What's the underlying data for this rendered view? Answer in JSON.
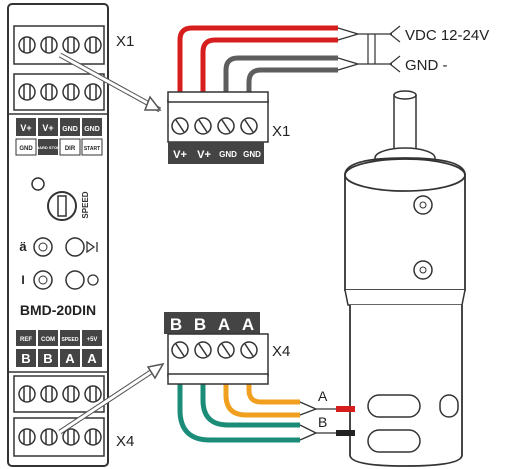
{
  "module": {
    "top_connector_label": "X1",
    "bottom_connector_label": "X4",
    "model": "BMD-20DIN",
    "speed_label": "SPEED",
    "top_row_labels": [
      "V+",
      "V+",
      "GND",
      "GND"
    ],
    "second_row_labels": [
      "GND",
      "HARD STOP",
      "DIR",
      "START"
    ],
    "bottom_row1_labels": [
      "REF",
      "COM",
      "SPEED",
      "+5V"
    ],
    "bottom_row2_labels": [
      "B",
      "B",
      "A",
      "A"
    ],
    "button1_label": "ä",
    "button2_label": "I"
  },
  "connector_x1": {
    "label": "X1",
    "terminals": [
      "V+",
      "V+",
      "GND",
      "GND"
    ]
  },
  "connector_x4": {
    "label": "X4",
    "terminals": [
      "B",
      "B",
      "A",
      "A"
    ]
  },
  "power": {
    "vdc_label": "VDC 12-24V",
    "gnd_label": "GND -"
  },
  "motor": {
    "phase_a_label": "A",
    "phase_b_label": "B"
  },
  "colors": {
    "red_wire": "#d61e1e",
    "black_wire": "#5e5e5e",
    "orange_wire": "#f0a01e",
    "teal_wire": "#1a8c78",
    "terminal_dark": "#444444"
  }
}
